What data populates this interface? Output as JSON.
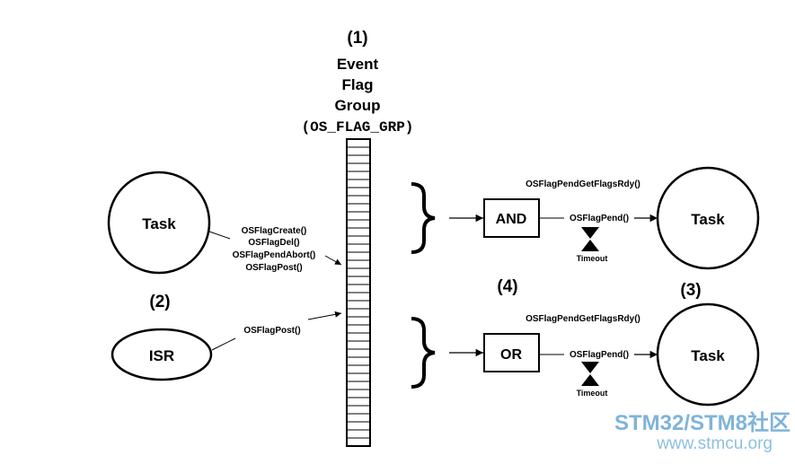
{
  "group": {
    "number": "(1)",
    "title_lines": [
      "Event",
      "Flag",
      "Group"
    ],
    "struct_name": "(OS_FLAG_GRP)"
  },
  "left_task": {
    "label": "Task",
    "calls": [
      "OSFlagCreate()",
      "OSFlagDel()",
      "OSFlagPendAbort()",
      "OSFlagPost()"
    ]
  },
  "isr": {
    "number": "(2)",
    "label": "ISR",
    "call": "OSFlagPost()"
  },
  "logic": {
    "number": "(4)",
    "and_label": "AND",
    "or_label": "OR"
  },
  "pend_tasks": {
    "number": "(3)",
    "top": {
      "task_label": "Task",
      "rdy_call": "OSFlagPendGetFlagsRdy()",
      "pend_call": "OSFlagPend()",
      "timeout": "Timeout"
    },
    "bottom": {
      "task_label": "Task",
      "rdy_call": "OSFlagPendGetFlagsRdy()",
      "pend_call": "OSFlagPend()",
      "timeout": "Timeout"
    }
  },
  "watermark": {
    "line1": "STM32/STM8社区",
    "line2": "www.stmcu.org"
  }
}
